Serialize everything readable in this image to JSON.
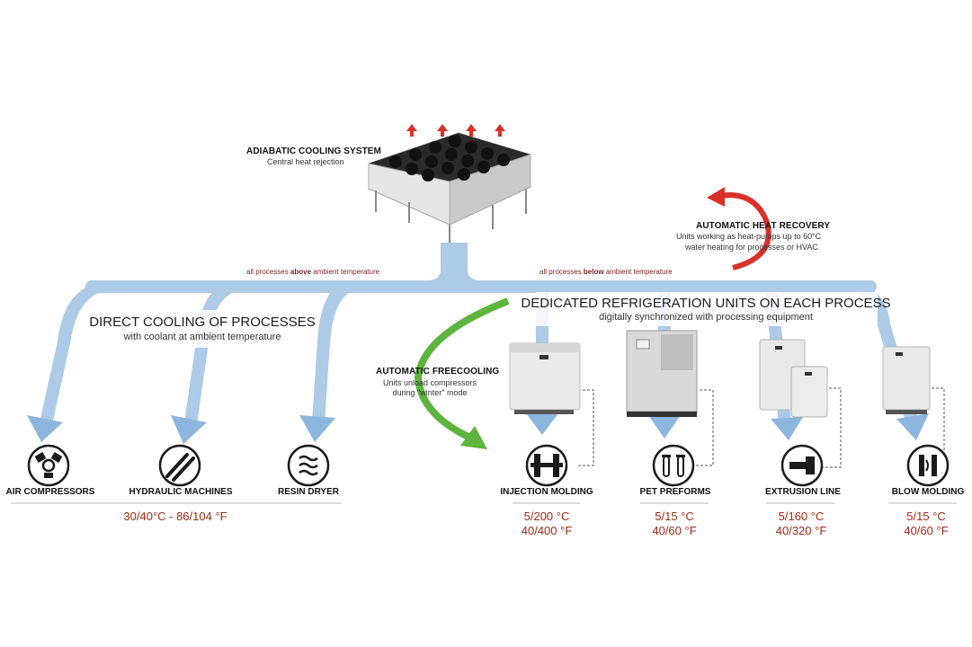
{
  "adiabatic": {
    "title": "ADIABATIC COOLING SYSTEM",
    "subtitle": "Central heat rejection"
  },
  "heat_recovery": {
    "title": "AUTOMATIC HEAT RECOVERY",
    "line1": "Units working as heat-pumps up to 60°C",
    "line2": "water heating for processes or HVAC"
  },
  "notes": {
    "above": {
      "pre": "all processes ",
      "bold": "above",
      "post": " ambient temperature"
    },
    "below": {
      "pre": "all processes ",
      "bold": "below",
      "post": " ambient temperature"
    }
  },
  "direct": {
    "title": "DIRECT COOLING OF PROCESSES",
    "subtitle": "with coolant at ambient temperature"
  },
  "dedicated": {
    "title": "DEDICATED REFRIGERATION UNITS ON EACH PROCESS",
    "subtitle": "digitally synchronized with processing equipment"
  },
  "freecooling": {
    "title": "AUTOMATIC FREECOOLING",
    "line1": "Units unload compressors",
    "line2": "during \"winter\" mode"
  },
  "processes_direct": [
    {
      "label": "AIR COMPRESSORS",
      "icon": "air-compressor-icon"
    },
    {
      "label": "HYDRAULIC MACHINES",
      "icon": "hydraulic-icon"
    },
    {
      "label": "RESIN DRYER",
      "icon": "resin-dryer-icon"
    }
  ],
  "direct_temp": "30/40°C - 86/104 °F",
  "processes_dedicated": [
    {
      "label": "INJECTION MOLDING",
      "icon": "injection-molding-icon",
      "c": "5/200 °C",
      "f": "40/400 °F"
    },
    {
      "label": "PET PREFORMS",
      "icon": "pet-preforms-icon",
      "c": "5/15 °C",
      "f": "40/60 °F"
    },
    {
      "label": "EXTRUSION LINE",
      "icon": "extrusion-icon",
      "c": "5/160 °C",
      "f": "40/320 °F"
    },
    {
      "label": "BLOW MOLDING",
      "icon": "blow-molding-icon",
      "c": "5/15 °C",
      "f": "40/60 °F"
    }
  ],
  "colors": {
    "pipe": "#a9c8e6",
    "pipe_edge": "#8db6de",
    "green": "#5db53e",
    "red": "#d9302a",
    "temp": "#8e2a12",
    "icon": "#1b1b1b"
  }
}
